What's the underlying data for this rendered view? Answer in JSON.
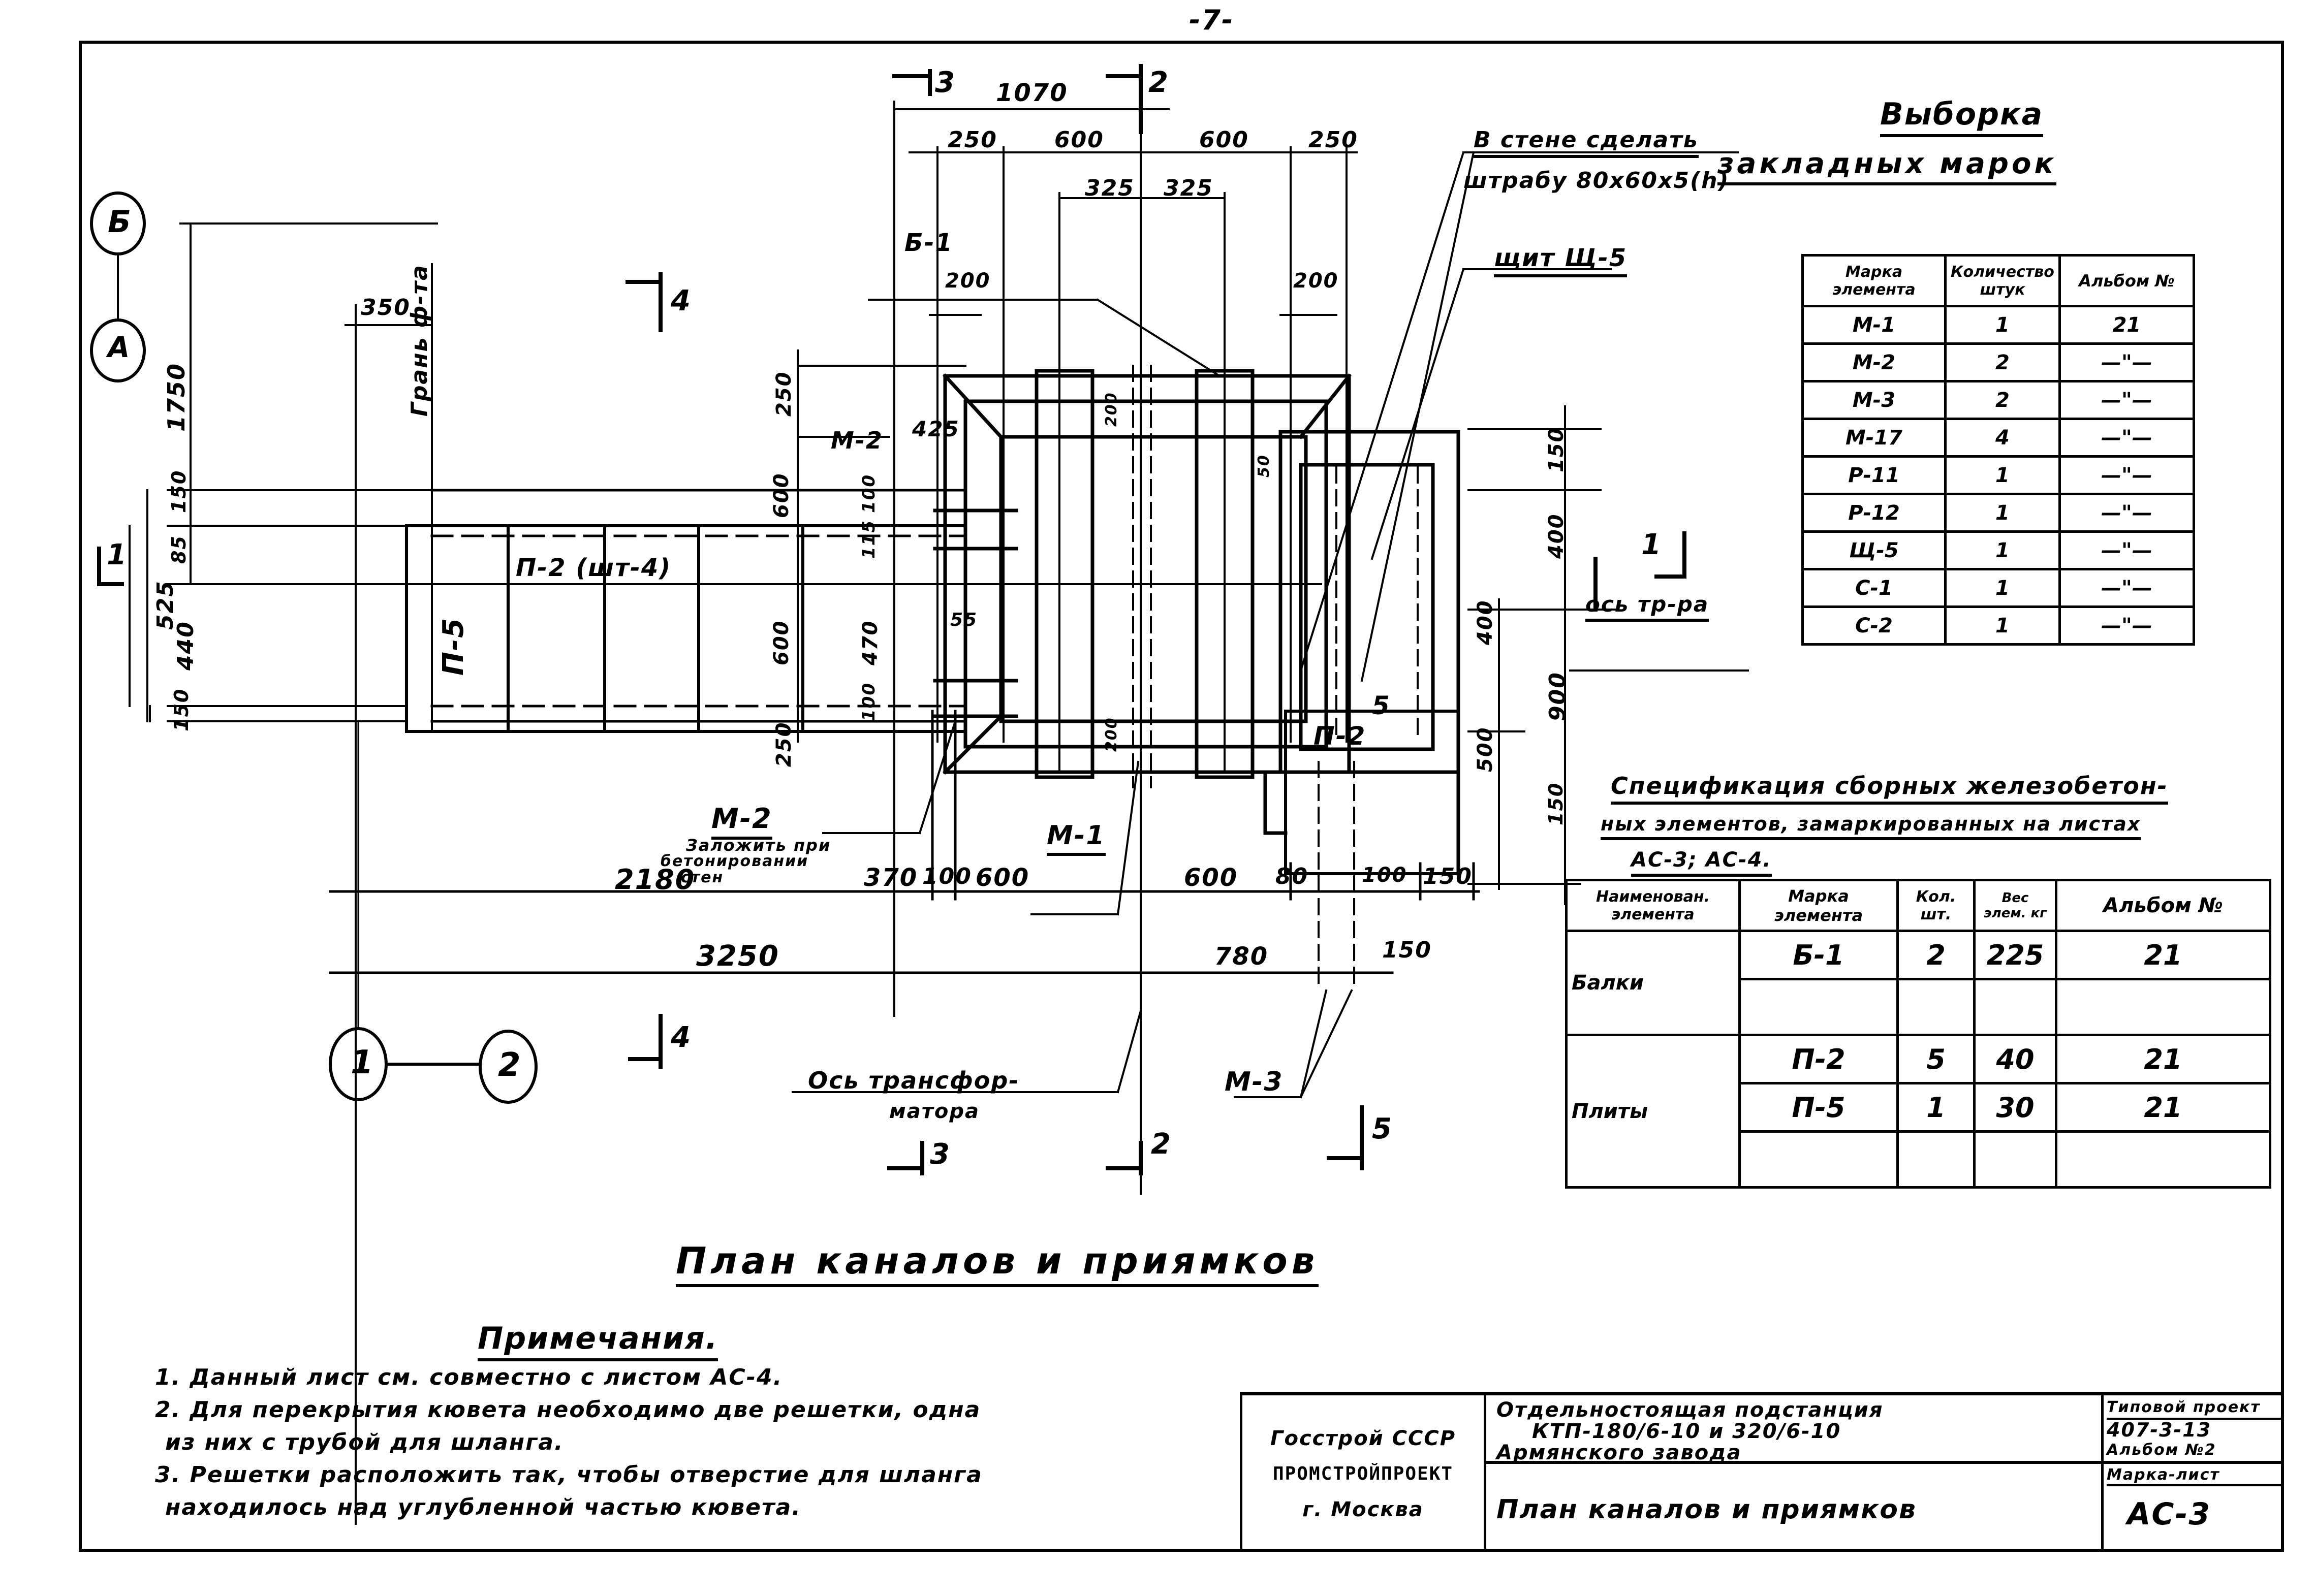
{
  "page_number": "-7-",
  "drawing": {
    "title": "План каналов и приямков",
    "axis_markers": {
      "top": "Б",
      "bottom": "А",
      "left": "1",
      "right": "2"
    },
    "section_marks": [
      "1",
      "2",
      "3",
      "4",
      "5"
    ],
    "labels": {
      "wall_note_line1": "В стене сделать",
      "wall_note_line2": "штрабу 80х60х5(h)",
      "panel": "щит Щ-5",
      "beam": "Б-1",
      "m2_top": "М-2",
      "m2_bottom": "М-2",
      "m2_note_line1": "Заложить при",
      "m2_note_line2": "бетонировании",
      "m2_note_line3": "стен",
      "m1": "М-1",
      "m3": "М-3",
      "p2": "П-2",
      "p2_group": "П-2 (шт-4)",
      "p5": "П-5",
      "transformer_axis_line1": "Ось трансфор-",
      "transformer_axis_line2": "матора",
      "transformer_axis_short": "ось тр-ра",
      "edge": "Грань ф-та"
    },
    "dimensions": {
      "top_chain_1": [
        "1070"
      ],
      "top_chain_2": [
        "250",
        "600",
        "600",
        "250"
      ],
      "top_chain_3": [
        "325",
        "325"
      ],
      "beam_offsets": [
        "200",
        "200"
      ],
      "left_350": "350",
      "left_vertical": [
        "1750",
        "525",
        "150",
        "85",
        "440",
        "150"
      ],
      "center_vertical": [
        "250",
        "600",
        "600",
        "250"
      ],
      "inner_vertical": [
        "100",
        "115",
        "470",
        "100"
      ],
      "m2_offset": "425",
      "small_55": "55",
      "vertical_200a": "200",
      "vertical_200b": "200",
      "vertical_50": "50",
      "right_vertical": [
        "150",
        "400",
        "400",
        "900",
        "500",
        "150"
      ],
      "bottom_chain_1": [
        "2180",
        "370",
        "100",
        "600",
        "600",
        "80",
        "100",
        "150"
      ],
      "bottom_chain_2": [
        "3250",
        "780",
        "150"
      ]
    }
  },
  "embedded_parts": {
    "title_line1": "Выборка",
    "title_line2": "закладных марок",
    "headers": [
      "Марка элемента",
      "Количество штук",
      "Альбом №"
    ],
    "rows": [
      {
        "mark": "М-1",
        "qty": "1",
        "album": "21"
      },
      {
        "mark": "М-2",
        "qty": "2",
        "album": "—\"—"
      },
      {
        "mark": "М-3",
        "qty": "2",
        "album": "—\"—"
      },
      {
        "mark": "М-17",
        "qty": "4",
        "album": "—\"—"
      },
      {
        "mark": "Р-11",
        "qty": "1",
        "album": "—\"—"
      },
      {
        "mark": "Р-12",
        "qty": "1",
        "album": "—\"—"
      },
      {
        "mark": "Щ-5",
        "qty": "1",
        "album": "—\"—"
      },
      {
        "mark": "С-1",
        "qty": "1",
        "album": "—\"—"
      },
      {
        "mark": "С-2",
        "qty": "1",
        "album": "—\"—"
      }
    ]
  },
  "precast_spec": {
    "title_line1": "Спецификация сборных железобетон-",
    "title_line2": "ных элементов, замаркированных на листах",
    "title_line3": "АС-3; АС-4.",
    "headers": [
      "Наименован. элемента",
      "Марка элемента",
      "Кол. шт.",
      "Вес элем. кг",
      "Альбом №"
    ],
    "groups": [
      {
        "name": "Балки",
        "rows": [
          {
            "mark": "Б-1",
            "qty": "2",
            "weight": "225",
            "album": "21"
          },
          {
            "mark": "",
            "qty": "",
            "weight": "",
            "album": ""
          }
        ]
      },
      {
        "name": "Плиты",
        "rows": [
          {
            "mark": "П-2",
            "qty": "5",
            "weight": "40",
            "album": "21"
          },
          {
            "mark": "П-5",
            "qty": "1",
            "weight": "30",
            "album": "21"
          },
          {
            "mark": "",
            "qty": "",
            "weight": "",
            "album": ""
          }
        ]
      }
    ]
  },
  "notes": {
    "title": "Примечания.",
    "items": [
      "1. Данный лист см. совместно с листом АС-4.",
      "2. Для перекрытия кювета необходимо две решетки, одна",
      "из них с трубой для шланга.",
      "3. Решетки расположить так, чтобы отверстие для шланга",
      "находилось над углубленной частью кювета."
    ]
  },
  "title_block": {
    "org_line1": "Госстрой СССР",
    "org_line2": "ПРОМСТРОЙПРОЕКТ",
    "org_line3": "г. Москва",
    "project_line1": "Отдельностоящая подстанция",
    "project_line2": "КТП-180/6-10 и 320/6-10",
    "project_line3": "Армянского завода",
    "sheet_title": "План каналов и приямков",
    "typical_label": "Типовой проект",
    "typical_number": "407-3-13",
    "album": "Альбом №2",
    "mark_sheet_label": "Марка-лист",
    "mark_sheet": "АС-3"
  }
}
